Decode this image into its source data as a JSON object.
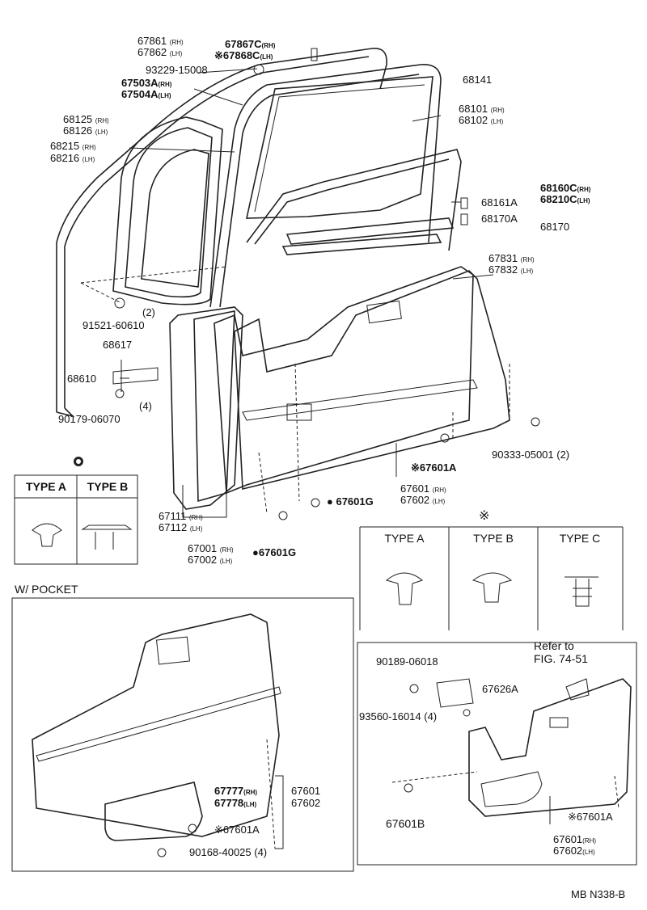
{
  "parts": {
    "p67861": "67861",
    "p67862": "67862",
    "rh": "(RH)",
    "lh": "(LH)",
    "p67867c": "67867C",
    "p67868c": "※67868C",
    "p93229": "93229-15008",
    "p67503a": "67503A",
    "p67504a": "67504A",
    "p68141": "68141",
    "p68125": "68125",
    "p68126": "68126",
    "p68101": "68101",
    "p68102": "68102",
    "p68215": "68215",
    "p68216": "68216",
    "p68160c": "68160C",
    "p68210c": "68210C",
    "p68161a": "68161A",
    "p68170a": "68170A",
    "p68170": "68170",
    "p67831": "67831",
    "p67832": "67832",
    "p91521": "91521-60610",
    "qty2": "(2)",
    "p68617": "68617",
    "p68610": "68610",
    "qty4": "(4)",
    "p90179": "90179-06070",
    "p90333": "90333-05001 (2)",
    "p67601a": "※67601A",
    "p67601": "67601",
    "p67602": "67602",
    "p67601g": "67601G",
    "p67111": "67111",
    "p67112": "67112",
    "p67001": "67001",
    "p67002": "67002",
    "p67601g2": "67601G"
  },
  "clip_table_1": {
    "marker": "●",
    "type_a": "TYPE A",
    "type_b": "TYPE B"
  },
  "clip_table_2": {
    "marker": "※",
    "type_a": "TYPE A",
    "type_b": "TYPE B",
    "type_c": "TYPE C"
  },
  "pocket": {
    "title": "W/ POCKET",
    "p67777": "67777",
    "p67778": "67778",
    "p67601": "67601",
    "p67602": "67602",
    "p67601a": "※67601A",
    "p90168": "90168-40025 (4)"
  },
  "inset": {
    "refer": "Refer to",
    "fig": "FIG. 74-51",
    "p90189": "90189-06018",
    "p67626a": "67626A",
    "p93560": "93560-16014 (4)",
    "p67601b": "67601B",
    "p67601a": "※67601A",
    "p67601": "67601",
    "p67602": "67602"
  },
  "footer": {
    "code": "MB N338-B"
  }
}
